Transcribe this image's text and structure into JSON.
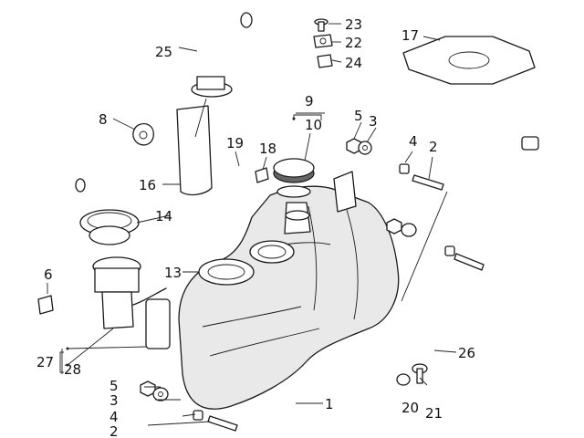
{
  "diagram": {
    "callouts": {
      "c1": "1",
      "c2a": "2",
      "c2b": "2",
      "c3a": "3",
      "c3b": "3",
      "c4a": "4",
      "c4b": "4",
      "c5a": "5",
      "c5b": "5",
      "c6": "6",
      "c8": "8",
      "c9": "9",
      "c10": "10",
      "c13": "13",
      "c14": "14",
      "c16": "16",
      "c17": "17",
      "c18": "18",
      "c19": "19",
      "c20": "20",
      "c21": "21",
      "c22": "22",
      "c23": "23",
      "c24": "24",
      "c25": "25",
      "c26": "26",
      "c27": "27",
      "c28": "28"
    }
  }
}
